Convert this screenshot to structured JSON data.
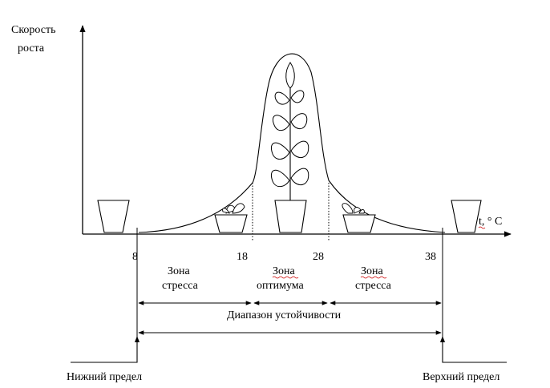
{
  "y_axis_label": [
    "Скорость",
    "роста"
  ],
  "x_axis_label": "t, ° C",
  "ticks": [
    "8",
    "18",
    "28",
    "38"
  ],
  "zones": {
    "stress_left": [
      "Зона",
      "стресса"
    ],
    "optimum": [
      "Зона",
      "оптимума"
    ],
    "stress_right": [
      "Зона",
      "стресса"
    ]
  },
  "range_label": "Диапазон устойчивости",
  "lower_limit": "Нижний предел",
  "upper_limit": "Верхний предел"
}
